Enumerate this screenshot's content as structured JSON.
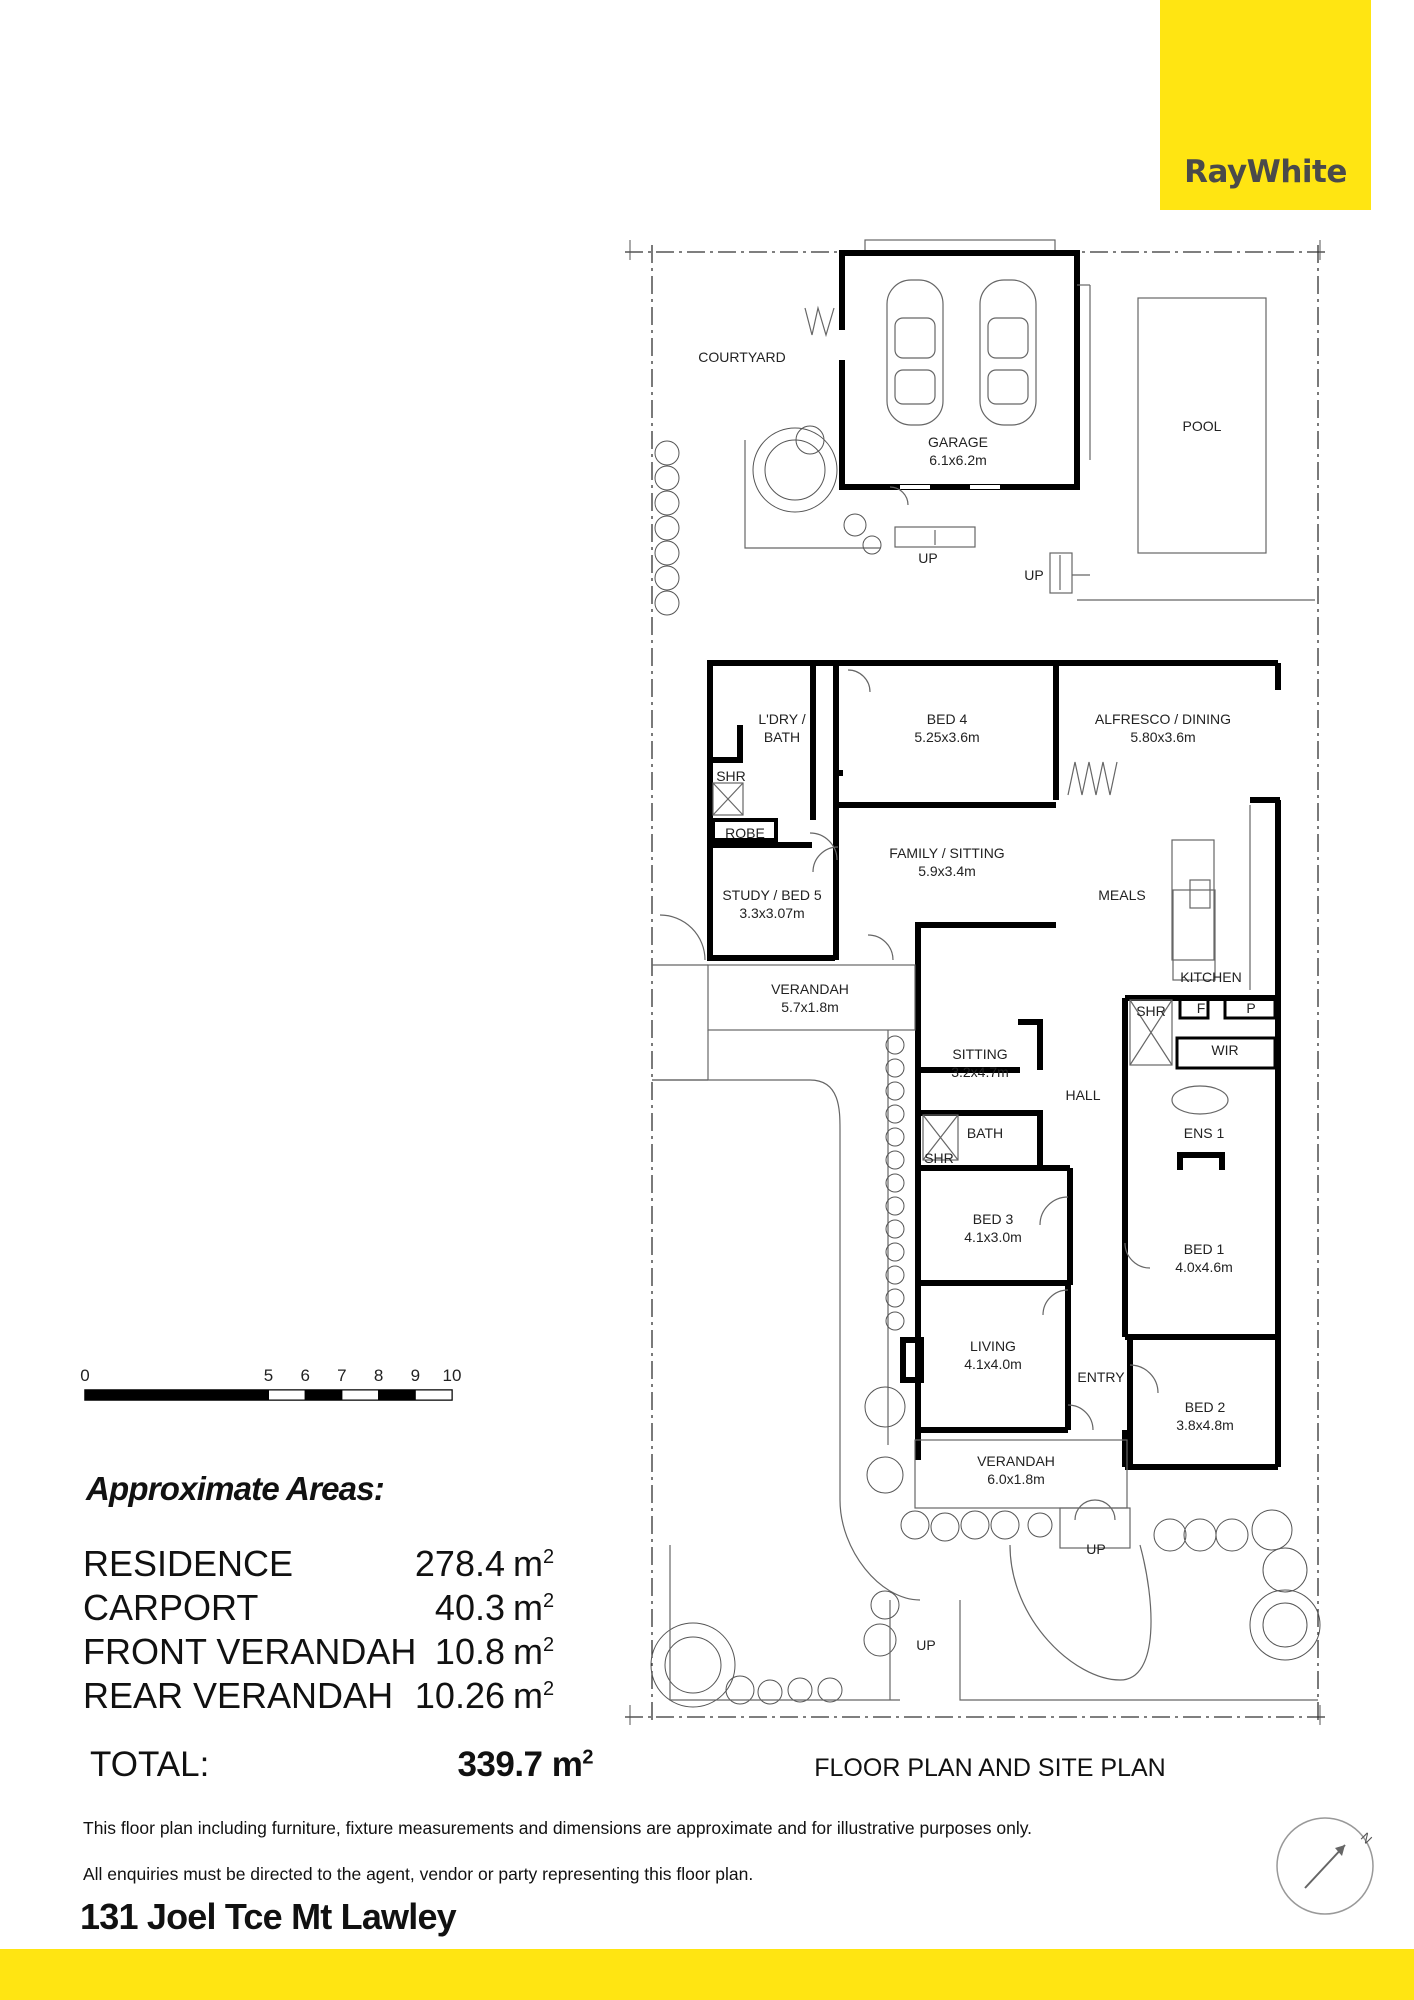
{
  "brand": {
    "name": "RayWhite",
    "color": "#ffe512",
    "text_color": "#4a4a4a"
  },
  "plan": {
    "title": "FLOOR PLAN AND SITE PLAN",
    "rooms": {
      "courtyard": "COURTYARD",
      "garage": "GARAGE",
      "garage_dim": "6.1x6.2m",
      "pool": "POOL",
      "up_1": "UP",
      "up_2": "UP",
      "up_3": "UP",
      "up_4": "UP",
      "ldry": "L'DRY /",
      "ldry_2": "BATH",
      "bed4": "BED 4",
      "bed4_dim": "5.25x3.6m",
      "alfresco": "ALFRESCO / DINING",
      "alfresco_dim": "5.80x3.6m",
      "shr_1": "SHR",
      "robe": "ROBE",
      "family": "FAMILY / SITTING",
      "family_dim": "5.9x3.4m",
      "meals": "MEALS",
      "study": "STUDY / BED 5",
      "study_dim": "3.3x3.07m",
      "verandah_rear": "VERANDAH",
      "verandah_rear_dim": "5.7x1.8m",
      "kitchen": "KITCHEN",
      "fridge": "F",
      "pantry": "P",
      "shr_2": "SHR",
      "wir": "WIR",
      "sitting": "SITTING",
      "sitting_dim": "3.2x4.7m",
      "hall": "HALL",
      "bath": "BATH",
      "shr_3": "SHR",
      "ens": "ENS 1",
      "bed3": "BED 3",
      "bed3_dim": "4.1x3.0m",
      "bed1": "BED 1",
      "bed1_dim": "4.0x4.6m",
      "living": "LIVING",
      "living_dim": "4.1x4.0m",
      "entry": "ENTRY",
      "bed2": "BED 2",
      "bed2_dim": "3.8x4.8m",
      "verandah_front": "VERANDAH",
      "verandah_front_dim": "6.0x1.8m"
    }
  },
  "scale": {
    "labels": [
      "0",
      "5",
      "6",
      "7",
      "8",
      "9",
      "10"
    ],
    "values": [
      0,
      5,
      6,
      7,
      8,
      9,
      10
    ]
  },
  "areas": {
    "heading": "Approximate Areas:",
    "rows": [
      {
        "name": "RESIDENCE",
        "value": "278.4",
        "unit": "m"
      },
      {
        "name": "CARPORT",
        "value": "40.3",
        "unit": "m"
      },
      {
        "name": "FRONT VERANDAH",
        "value": "10.8",
        "unit": "m"
      },
      {
        "name": "REAR VERANDAH",
        "value": "10.26",
        "unit": "m"
      }
    ],
    "unit_sup": "2",
    "total_label": "TOTAL:",
    "total_value": "339.7 m"
  },
  "notes": {
    "disclaimer": "This floor plan including furniture, fixture measurements and dimensions are approximate and for illustrative purposes only.",
    "enquiries": "All enquiries must be directed to the agent, vendor or party representing this floor plan."
  },
  "address": "131 Joel Tce Mt Lawley",
  "compass": {
    "label": "N"
  }
}
